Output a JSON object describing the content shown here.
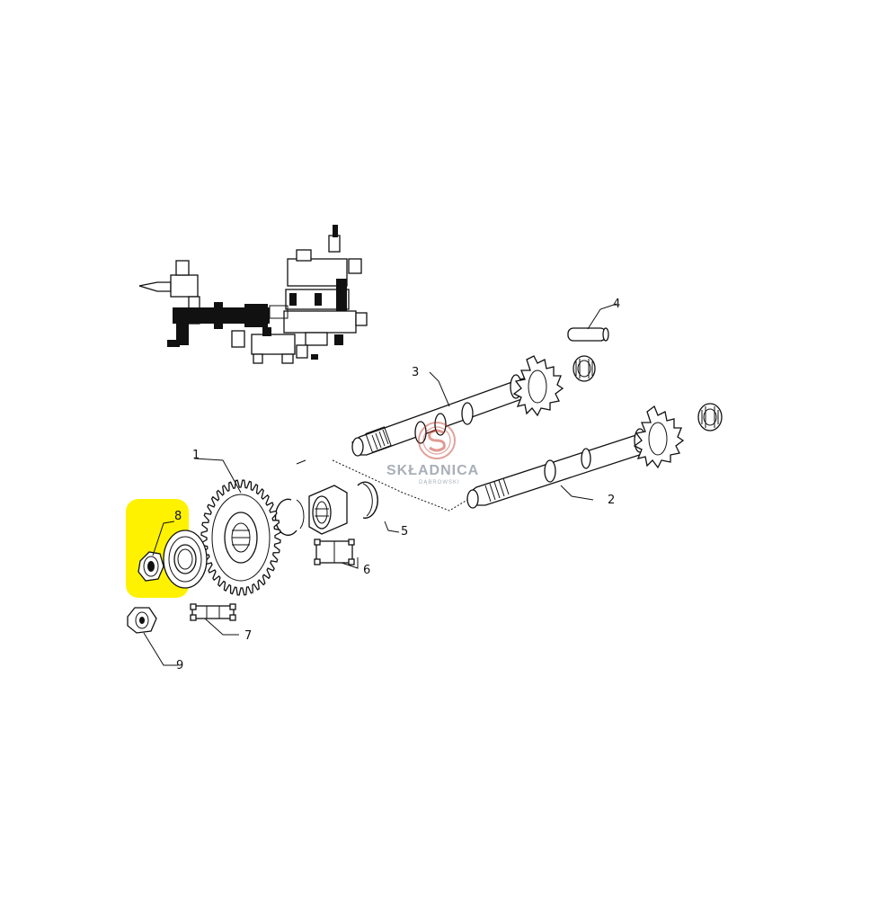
{
  "diagram": {
    "callouts": [
      {
        "id": "1",
        "label": "1"
      },
      {
        "id": "2",
        "label": "2"
      },
      {
        "id": "3",
        "label": "3"
      },
      {
        "id": "4",
        "label": "4"
      },
      {
        "id": "5",
        "label": "5"
      },
      {
        "id": "6",
        "label": "6"
      },
      {
        "id": "7",
        "label": "7"
      },
      {
        "id": "8",
        "label": "8"
      },
      {
        "id": "9",
        "label": "9"
      }
    ],
    "highlighted_part": "8",
    "highlight_color": "#fff200"
  },
  "watermark": {
    "brand": "SKŁADNICA",
    "sub": "DĄBROWSKI",
    "color": "#c0392b",
    "icon": "s-ring-logo-icon"
  }
}
